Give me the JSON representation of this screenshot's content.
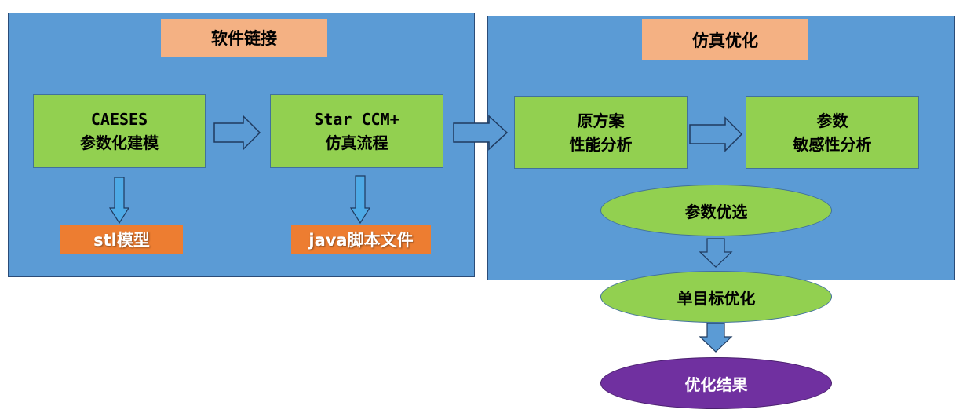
{
  "software_link": {
    "header": "软件链接",
    "caeses_box": {
      "line1": "CAESES",
      "line2": "参数化建模"
    },
    "starccm_box": {
      "line1": "Star CCM+",
      "line2": "仿真流程"
    },
    "stl_output": "stl模型",
    "java_output": "java脚本文件"
  },
  "simulation_optimization": {
    "header": "仿真优化",
    "original_box": {
      "line1": "原方案",
      "line2": "性能分析"
    },
    "sensitivity_box": {
      "line1": "参数",
      "line2": "敏感性分析"
    },
    "param_select": "参数优选"
  },
  "single_objective": "单目标优化",
  "result": "优化结果",
  "colors": {
    "panel": "#5b9bd5",
    "header": "#f4b183",
    "process_box": "#92d050",
    "output_box": "#ed7d31",
    "result": "#7030a0",
    "down_arrow": "#4eaae6"
  }
}
